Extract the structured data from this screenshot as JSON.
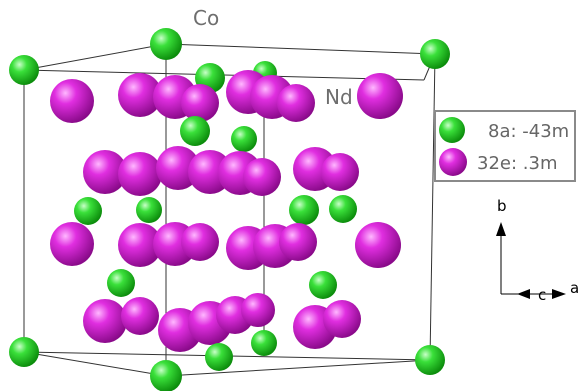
{
  "labels": {
    "co": "Co",
    "nd": "Nd"
  },
  "legend": {
    "items": [
      {
        "label": "8a: -43m",
        "color": "green"
      },
      {
        "label": "32e: .3m",
        "color": "magenta"
      }
    ]
  },
  "axes": {
    "b": "b",
    "c": "c",
    "a": "a"
  },
  "colors": {
    "co_atom": "#1fcf1f",
    "nd_atom": "#d21ad2",
    "edge": "#333333",
    "legend_border": "#8a8a8a"
  }
}
